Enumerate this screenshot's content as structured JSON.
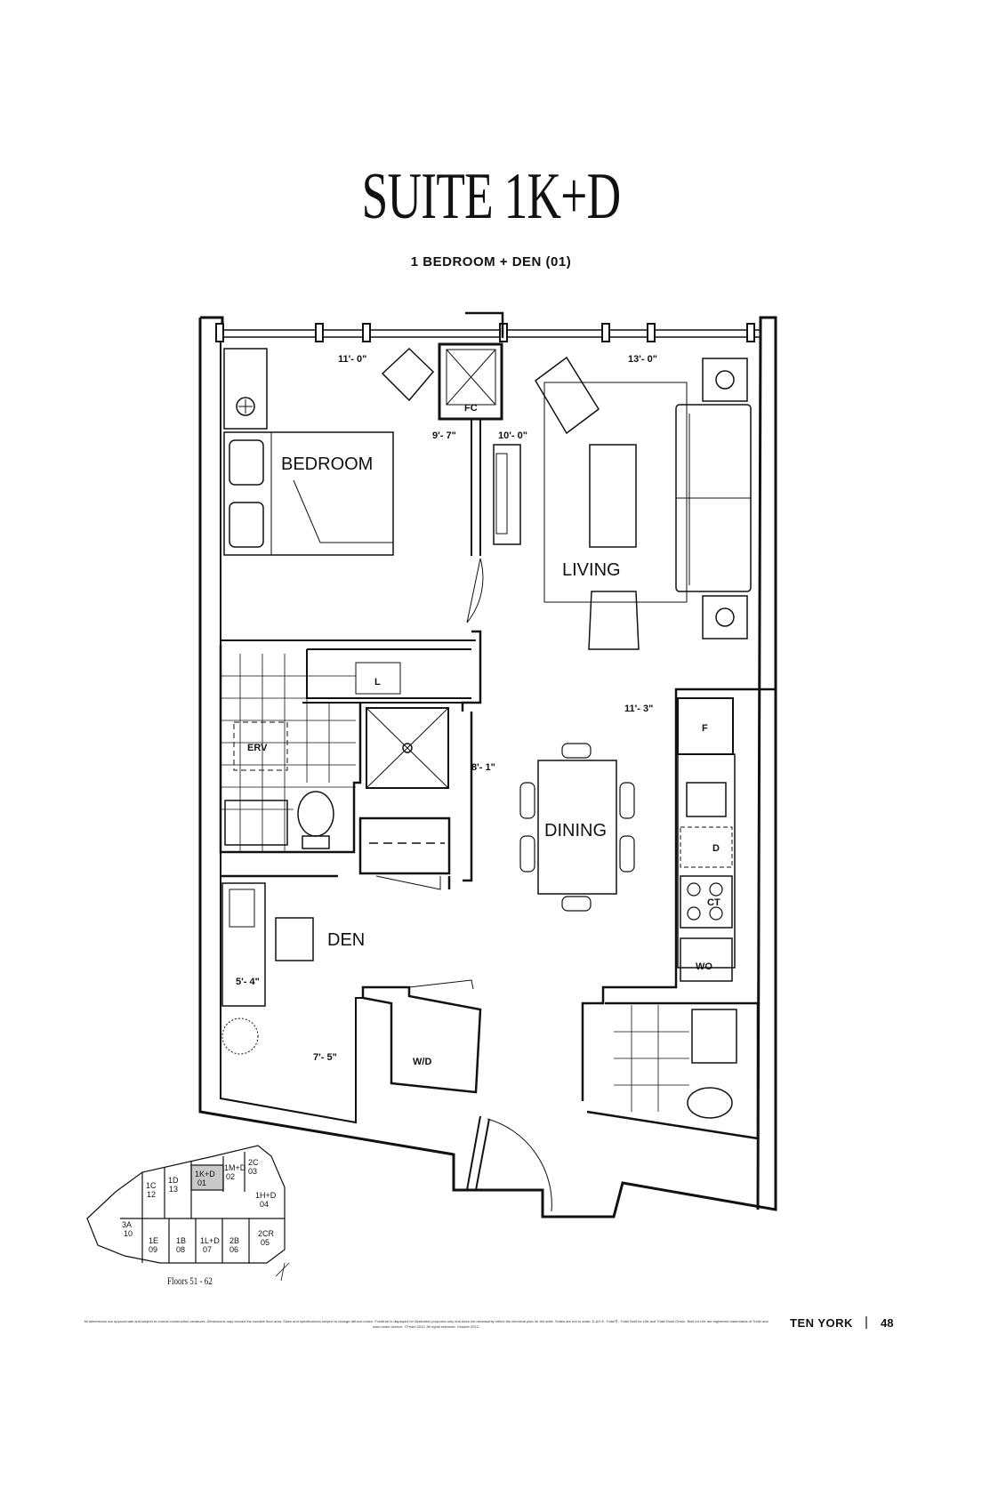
{
  "title": "SUITE 1K+D",
  "subtitle": "1 BEDROOM + DEN (01)",
  "rooms": {
    "bedroom": "BEDROOM",
    "living": "LIVING",
    "dining": "DINING",
    "den": "DEN",
    "wd": "W/D"
  },
  "tags": {
    "fc": "FC",
    "erv": "ERV",
    "l": "L",
    "f": "F",
    "d": "D",
    "ct": "CT",
    "wo": "WO"
  },
  "dimensions": {
    "bedroom_width": "11'- 0\"",
    "living_width": "13'- 0\"",
    "bedroom_depth": "9'- 7\"",
    "living_depth": "10'- 0\"",
    "kitchen_width": "11'- 3\"",
    "dining_width": "8'- 1\"",
    "den_width": "5'- 4\"",
    "den_depth": "7'- 5\""
  },
  "keyplan": {
    "caption": "Floors 51 - 62",
    "units": [
      {
        "name": "1C",
        "num": "12"
      },
      {
        "name": "1D",
        "num": "13"
      },
      {
        "name": "1K+D",
        "num": "01"
      },
      {
        "name": "1M+D",
        "num": "02"
      },
      {
        "name": "2C",
        "num": "03"
      },
      {
        "name": "1H+D",
        "num": "04"
      },
      {
        "name": "2CR",
        "num": "05"
      },
      {
        "name": "2B",
        "num": "06"
      },
      {
        "name": "1L+D",
        "num": "07"
      },
      {
        "name": "1B",
        "num": "08"
      },
      {
        "name": "1E",
        "num": "09"
      },
      {
        "name": "3A",
        "num": "10"
      }
    ]
  },
  "footer": {
    "disclaimer": "All dimensions are approximate and subject to normal construction variances. Dimensions may exceed the useable floor area. Sizes and specifications subject to change without notice. Furniture is displayed for illustration purposes only and does not necessarily reflect the electrical plan for the suite. Suites are not to scale. E.&O.E. TridelⓇ, Tridel Built for Life and Tridel Build Green. Built for Life are registered trademarks of Tridel and used under licence. ©Tridel 2012. All rights reserved. October 2012.",
    "brand": "TEN YORK",
    "separator": "|",
    "page": "48"
  }
}
